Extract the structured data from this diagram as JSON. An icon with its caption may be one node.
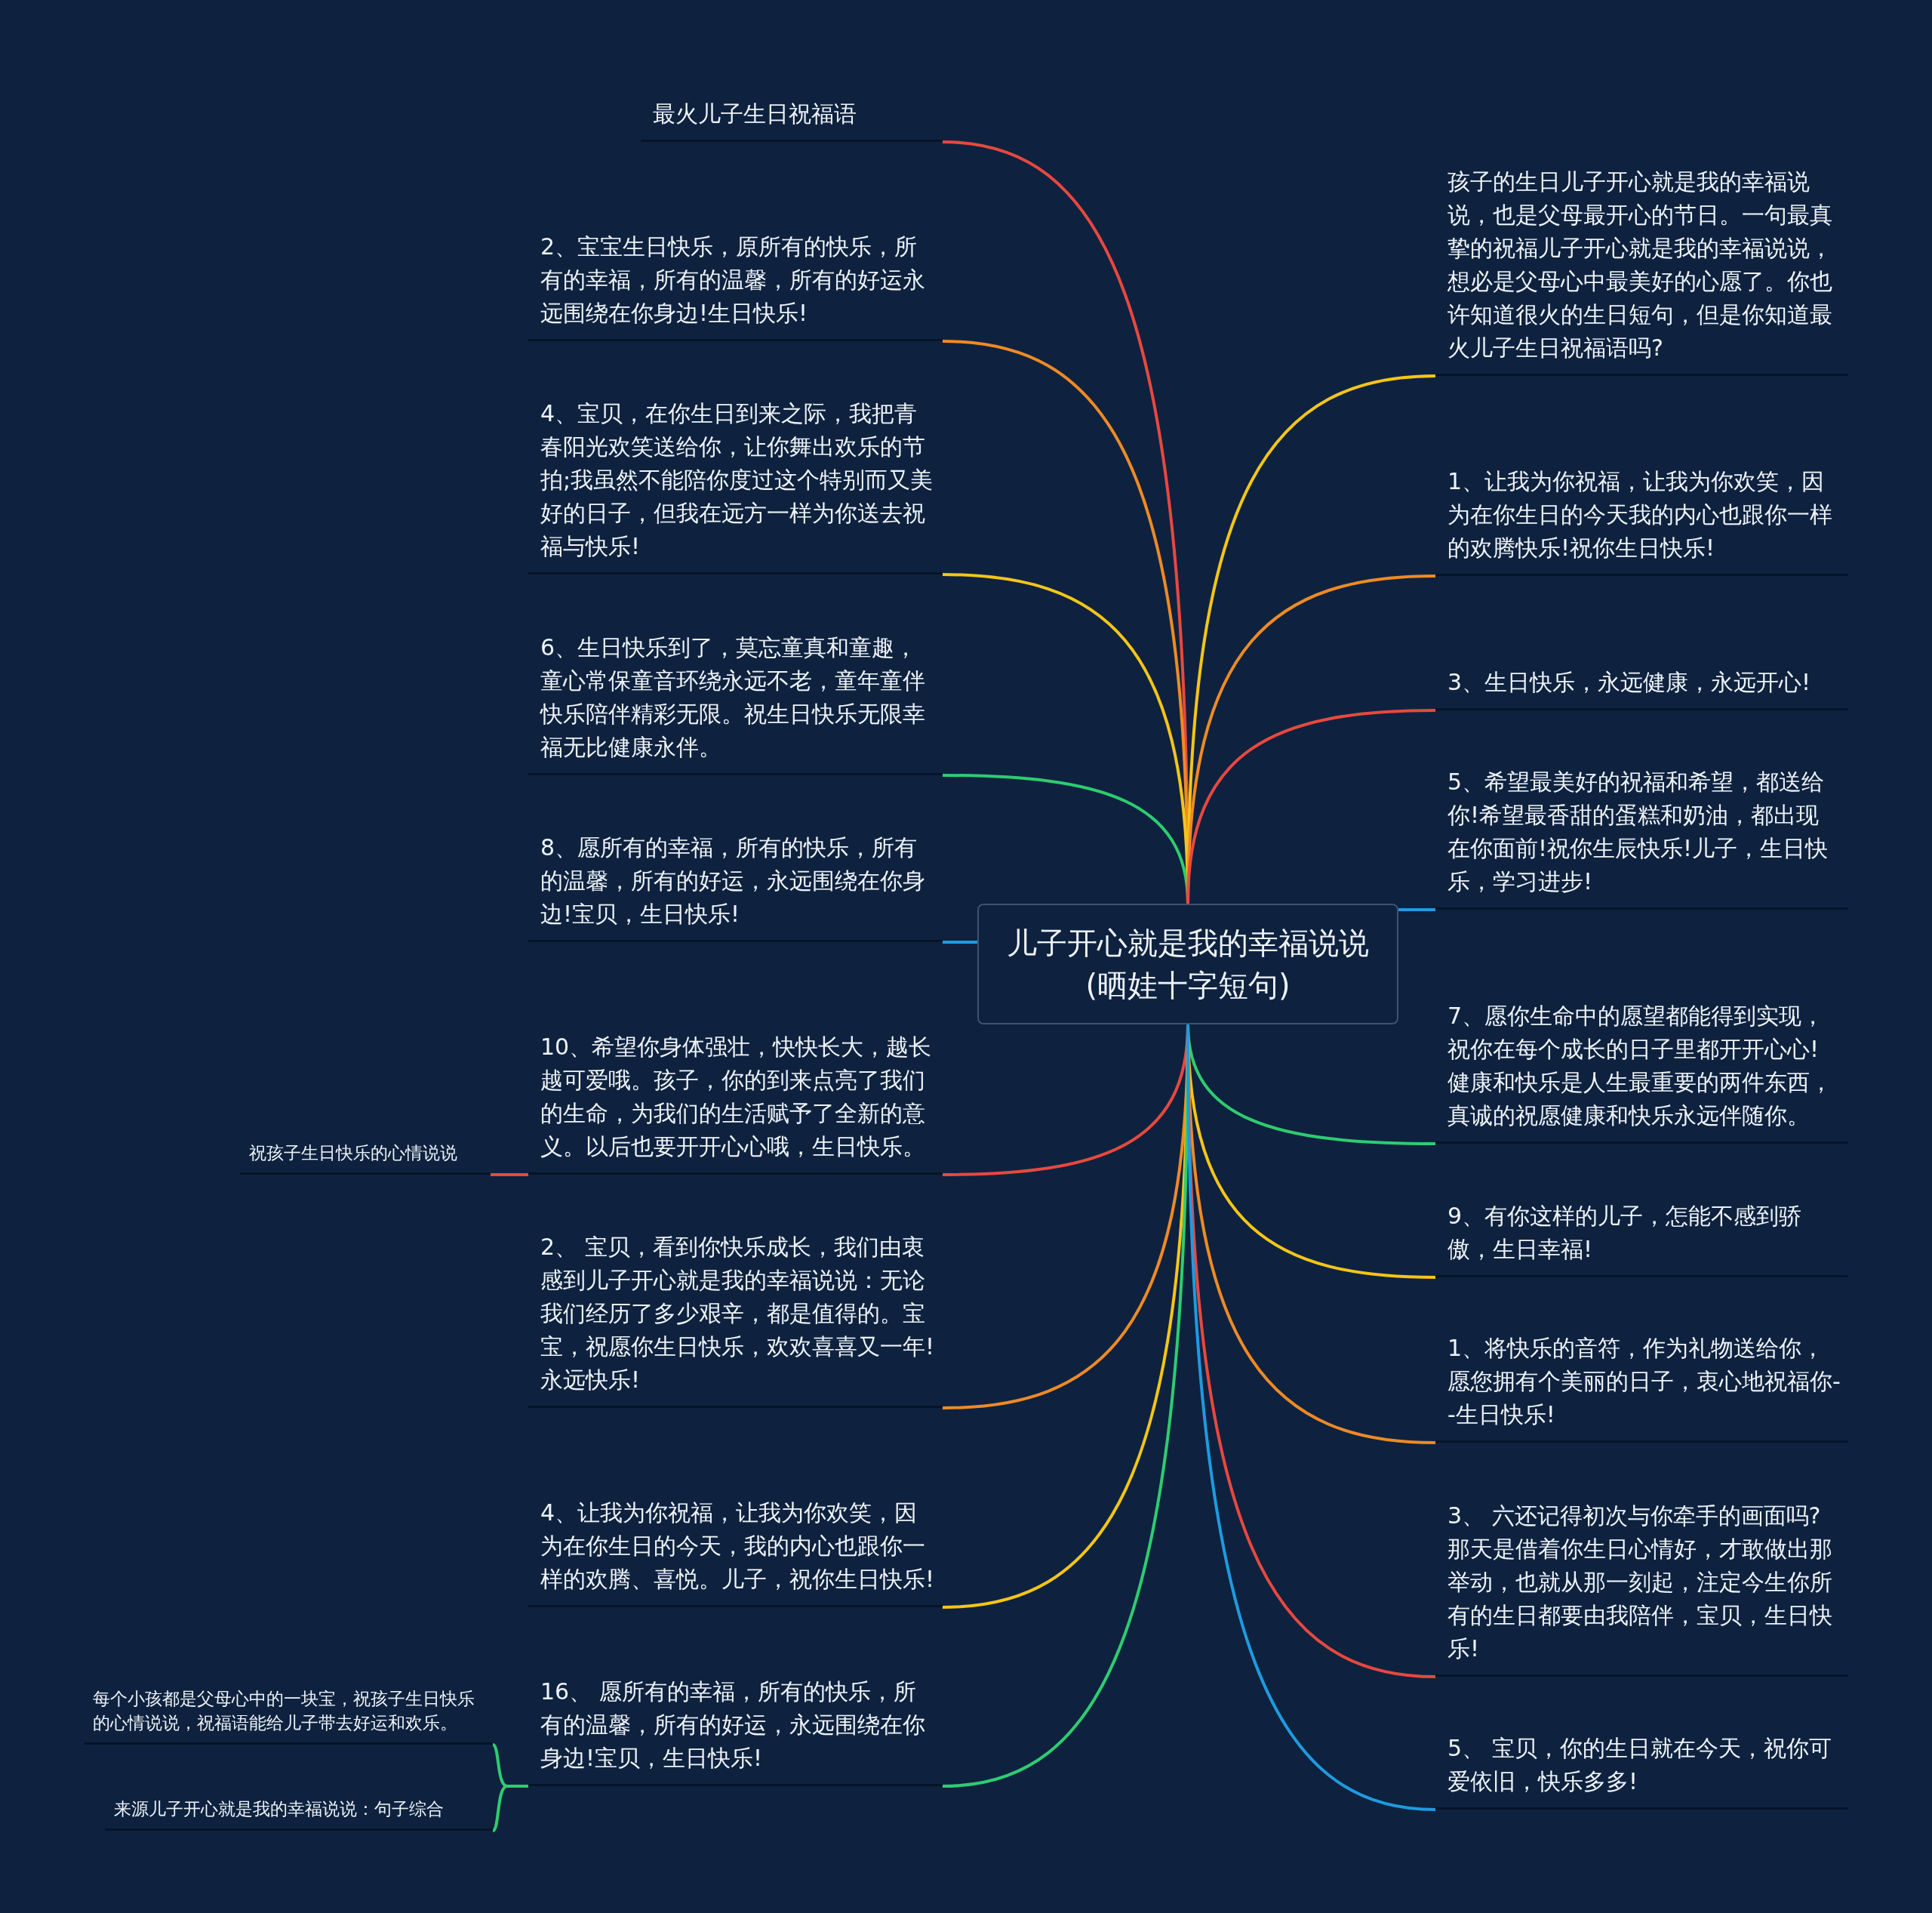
{
  "diagram": {
    "nodes": [
      {
        "text": [
          "儿子开心就是我的幸福说说(晒娃十字短句)"
        ]
      },
      {
        "text": [
          "最火儿子生日祝福语"
        ]
      },
      {
        "text": [
          "2、宝宝生日快乐，原所有的快乐，所有的幸福，所有的温馨，所有的好运永远围绕在你身边!生日快乐!"
        ]
      },
      {
        "text": [
          "4、宝贝，在你生日到来之际，我把青春阳光欢笑送给你，让你舞出欢乐的节拍;我虽然不能陪你度过这个特别而又美好的日子，但我在远方一样为你送去祝福与快乐!"
        ]
      },
      {
        "text": [
          "6、生日快乐到了，莫忘童真和童趣，童心常保童音环绕永远不老，童年童伴快乐陪伴精彩无限。祝生日快乐无限幸福无比健康永伴。"
        ]
      },
      {
        "text": [
          "8、愿所有的幸福，所有的快乐，所有的温馨，所有的好运，永远围绕在你身边!宝贝，生日快乐!"
        ]
      },
      {
        "text": [
          "10、希望你身体强壮，快快长大，越长越可爱哦。孩子，你的到来点亮了我们的生命，为我们的生活赋予了全新的意义。以后也要开开心心哦，生日快乐。"
        ]
      },
      {
        "text": [
          "2、 宝贝，看到你快乐成长，我们由衷感到儿子开心就是我的幸福说说：无论我们经历了多少艰辛，都是值得的。宝宝，祝愿你生日快乐，欢欢喜喜又一年!永远快乐!"
        ]
      },
      {
        "text": [
          "4、让我为你祝福，让我为你欢笑，因为在你生日的今天，我的内心也跟你一样的欢腾、喜悦。儿子，祝你生日快乐!"
        ]
      },
      {
        "text": [
          "16、 愿所有的幸福，所有的快乐，所有的温馨，所有的好运，永远围绕在你身边!宝贝，生日快乐!"
        ]
      },
      {
        "text": [
          "祝孩子生日快乐的心情说说"
        ]
      },
      {
        "text": [
          "每个小孩都是父母心中的一块宝，祝孩子生日快乐的心情说说，祝福语能给儿子带去好运和欢乐。"
        ]
      },
      {
        "text": [
          "来源儿子开心就是我的幸福说说：句子综合"
        ]
      },
      {
        "text": [
          "孩子的生日儿子开心就是我的幸福说说，也是父母最开心的节日。一句最真挚的祝福儿子开心就是我的幸福说说，想必是父母心中最美好的心愿了。你也许知道很火的生日短句，但是你知道最火儿子生日祝福语吗?"
        ]
      },
      {
        "text": [
          "1、让我为你祝福，让我为你欢笑，因为在你生日的今天我的内心也跟你一样的欢腾快乐!祝你生日快乐!"
        ]
      },
      {
        "text": [
          "3、生日快乐，永远健康，永远开心!"
        ]
      },
      {
        "text": [
          "5、希望最美好的祝福和希望，都送给你!希望最香甜的蛋糕和奶油，都出现在你面前!祝你生辰快乐!儿子，生日快乐，学习进步!"
        ]
      },
      {
        "text": [
          "7、愿你生命中的愿望都能得到实现，祝你在每个成长的日子里都开开心心!健康和快乐是人生最重要的两件东西，真诚的祝愿健康和快乐永远伴随你。"
        ]
      },
      {
        "text": [
          "9、有你这样的儿子，怎能不感到骄傲，生日幸福!"
        ]
      },
      {
        "text": [
          "1、将快乐的音符，作为礼物送给你，愿您拥有个美丽的日子，衷心地祝福你--生日快乐!"
        ]
      },
      {
        "text": [
          "3、 六还记得初次与你牵手的画面吗?那天是借着你生日心情好，才敢做出那举动，也就从那一刻起，注定今生你所有的生日都要由我陪伴，宝贝，生日快乐!"
        ]
      },
      {
        "text": [
          "5、 宝贝，你的生日就在今天，祝你可爱依旧，快乐多多!"
        ]
      }
    ],
    "edges": [
      {
        "from": 0,
        "to": 1,
        "arrow": "none",
        "color": "#e8483f"
      },
      {
        "from": 0,
        "to": 2,
        "arrow": "none",
        "color": "#f08a24"
      },
      {
        "from": 0,
        "to": 3,
        "arrow": "none",
        "color": "#f5c518"
      },
      {
        "from": 0,
        "to": 4,
        "arrow": "none",
        "color": "#2ecc71"
      },
      {
        "from": 0,
        "to": 5,
        "arrow": "none",
        "color": "#1e9be0"
      },
      {
        "from": 0,
        "to": 6,
        "arrow": "none",
        "color": "#e8483f"
      },
      {
        "from": 0,
        "to": 7,
        "arrow": "none",
        "color": "#f08a24"
      },
      {
        "from": 0,
        "to": 8,
        "arrow": "none",
        "color": "#f5c518"
      },
      {
        "from": 0,
        "to": 9,
        "arrow": "none",
        "color": "#2ecc71"
      },
      {
        "from": 6,
        "to": 10,
        "arrow": "none",
        "color": "#e8483f"
      },
      {
        "from": 9,
        "to": 11,
        "arrow": "none",
        "color": "#2ecc71"
      },
      {
        "from": 9,
        "to": 12,
        "arrow": "none",
        "color": "#2ecc71"
      },
      {
        "from": 0,
        "to": 13,
        "arrow": "none",
        "color": "#f5c518"
      },
      {
        "from": 0,
        "to": 14,
        "arrow": "none",
        "color": "#f08a24"
      },
      {
        "from": 0,
        "to": 15,
        "arrow": "none",
        "color": "#e8483f"
      },
      {
        "from": 0,
        "to": 16,
        "arrow": "none",
        "color": "#1e9be0"
      },
      {
        "from": 0,
        "to": 17,
        "arrow": "none",
        "color": "#2ecc71"
      },
      {
        "from": 0,
        "to": 18,
        "arrow": "none",
        "color": "#f5c518"
      },
      {
        "from": 0,
        "to": 19,
        "arrow": "none",
        "color": "#f08a24"
      },
      {
        "from": 0,
        "to": 20,
        "arrow": "none",
        "color": "#e8483f"
      },
      {
        "from": 0,
        "to": 21,
        "arrow": "none",
        "color": "#1e9be0"
      }
    ]
  }
}
